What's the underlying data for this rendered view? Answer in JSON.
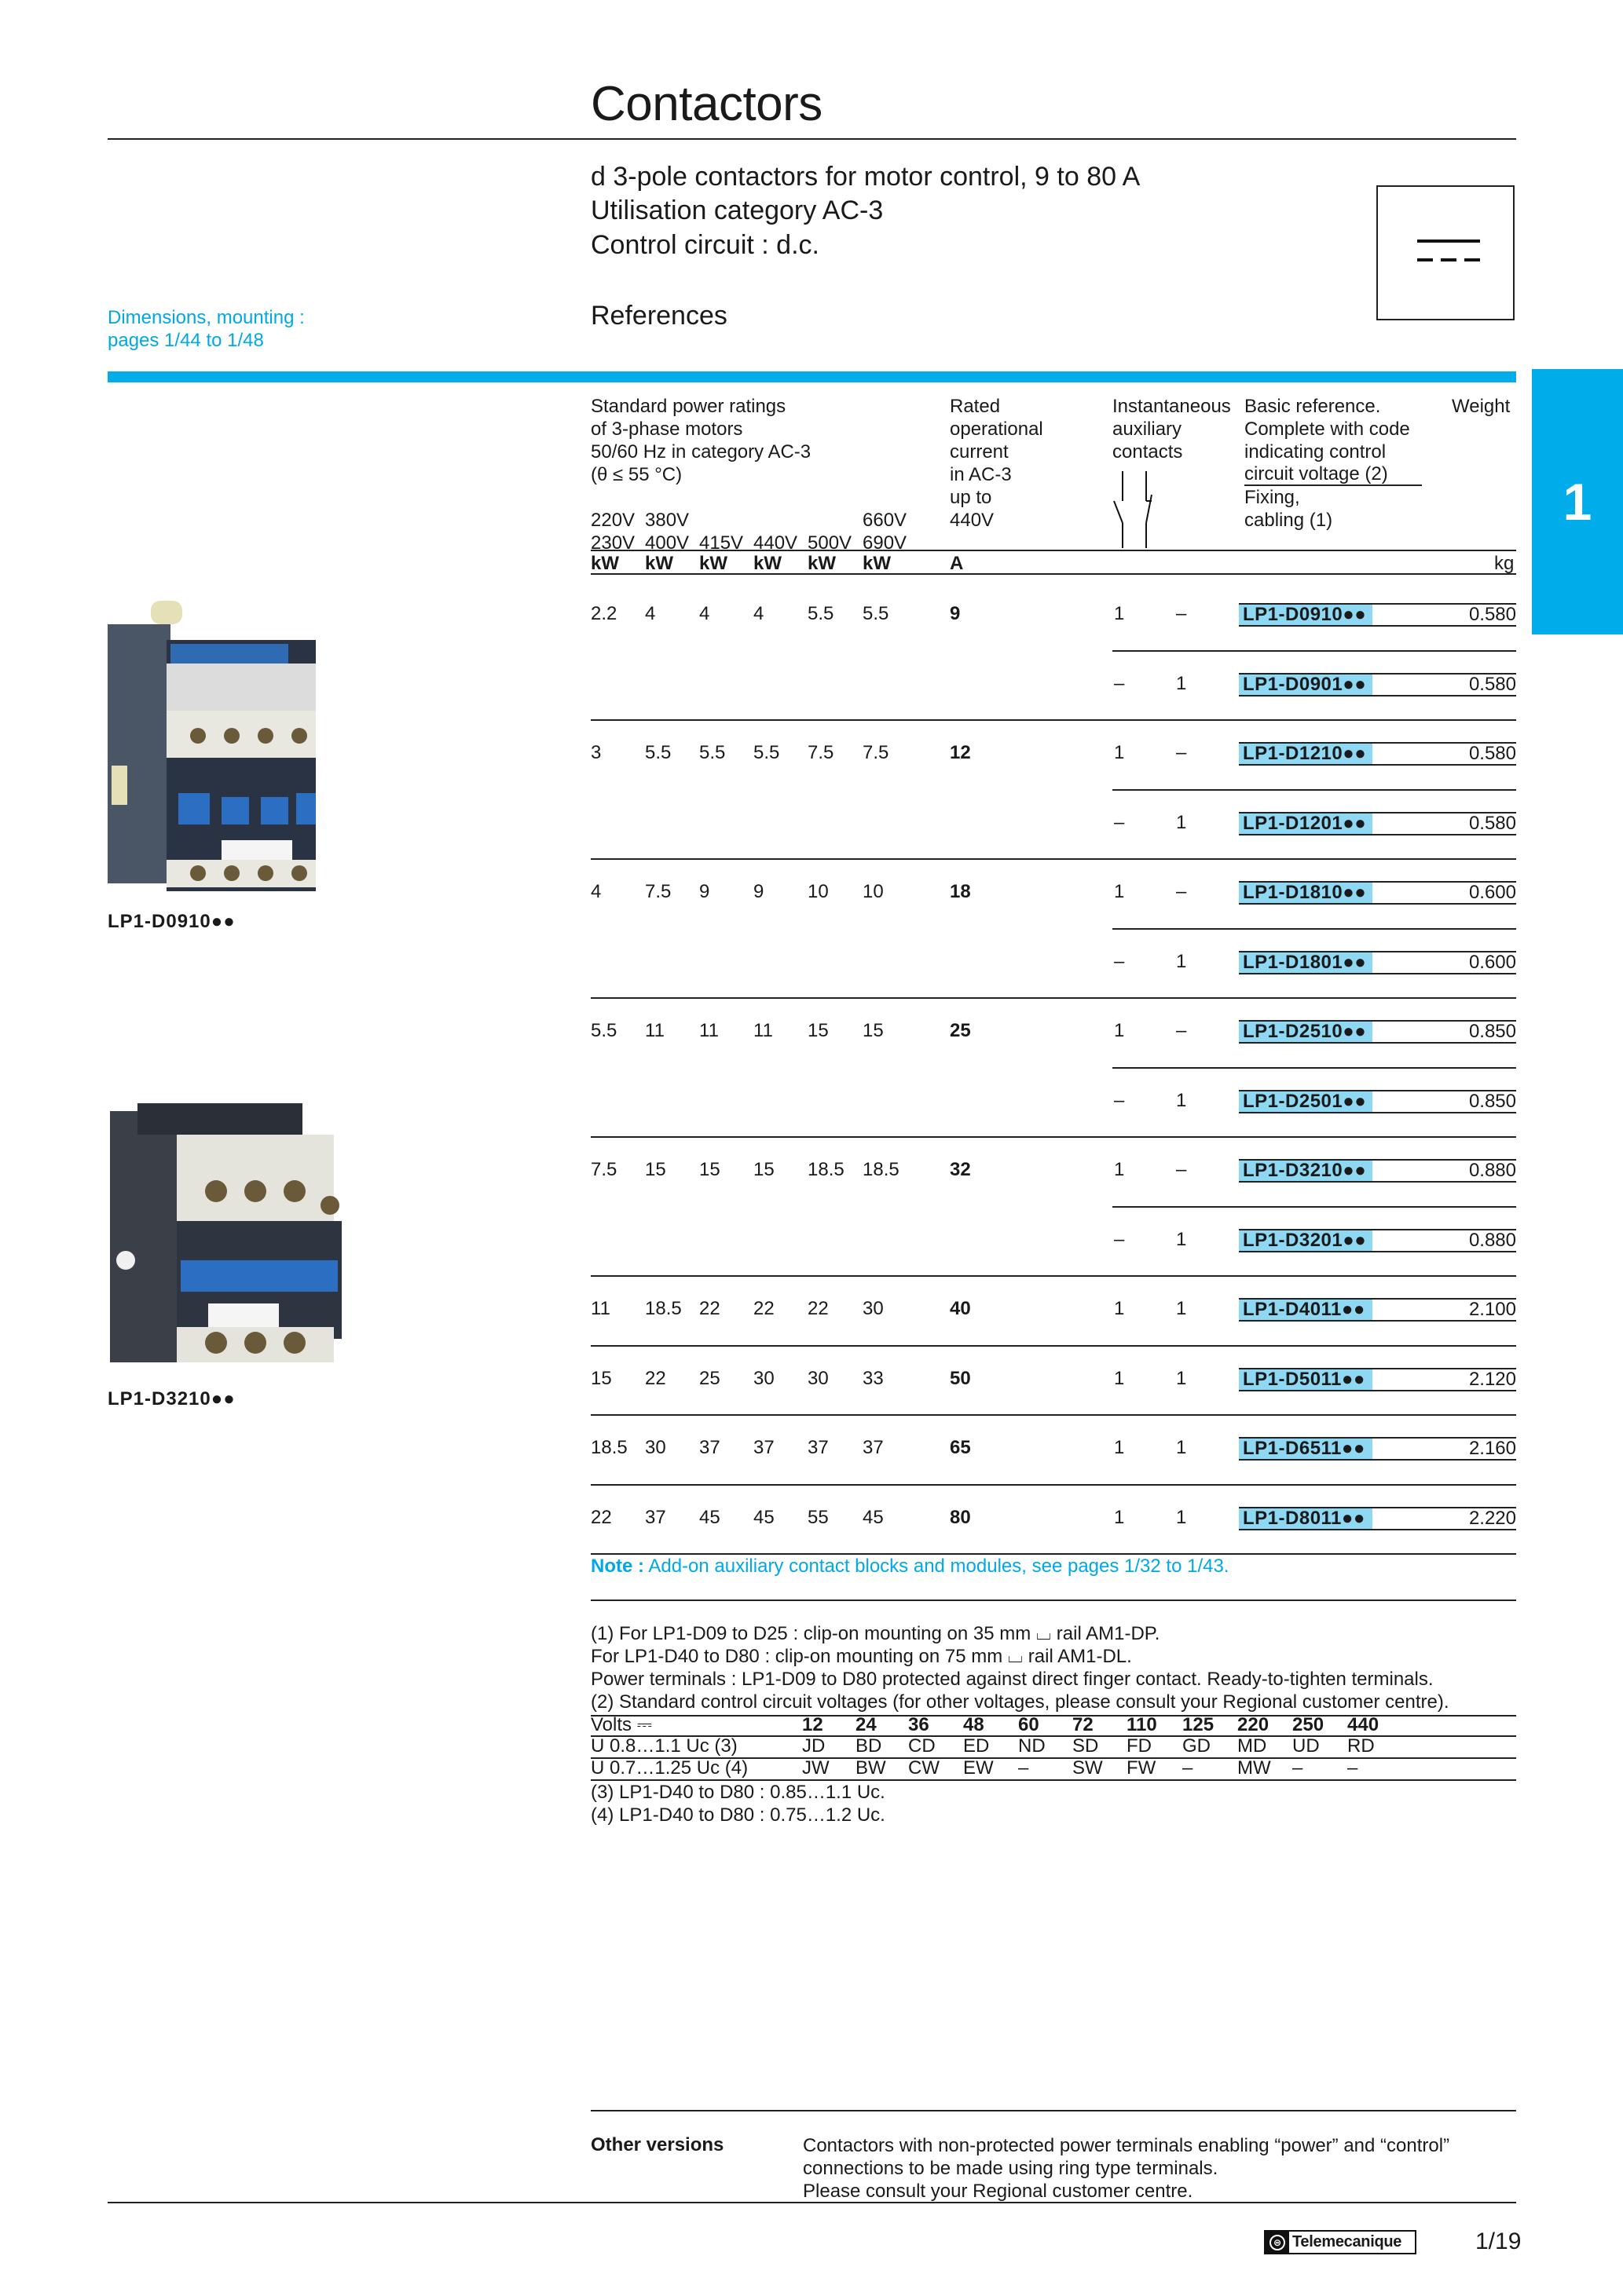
{
  "header": {
    "title": "Contactors",
    "subtitle_lines": [
      "d 3-pole contactors for motor control, 9 to 80 A",
      "Utilisation category AC-3",
      "Control circuit : d.c."
    ],
    "section": "References",
    "dc_symbol": "direct-current-symbol"
  },
  "sidebar": {
    "link_line1": "Dimensions, mounting :",
    "link_line2": "pages 1/44 to 1/48",
    "tab_number": "1",
    "photos": [
      {
        "caption": "LP1-D0910●●",
        "icon": "contactor-photo-small"
      },
      {
        "caption": "LP1-D3210●●",
        "icon": "contactor-photo-large"
      }
    ]
  },
  "table": {
    "headers": {
      "power": [
        "Standard power ratings",
        "of 3-phase motors",
        "50/60 Hz in category AC-3",
        "(θ ≤ 55 °C)"
      ],
      "voltages_row1": [
        "220V",
        "380V",
        "",
        "",
        "",
        "660V"
      ],
      "voltages_row2": [
        "230V",
        "400V",
        "415V",
        "440V",
        "500V",
        "690V"
      ],
      "current": [
        "Rated",
        "operational",
        "current",
        "in AC-3",
        "up to",
        "440V"
      ],
      "aux": [
        "Instantaneous",
        "auxiliary",
        "contacts"
      ],
      "reference": [
        "Basic reference.",
        "Complete with code",
        "indicating control",
        "circuit voltage (2)",
        "Fixing,",
        "cabling (1)"
      ],
      "weight": "Weight",
      "units": [
        "kW",
        "kW",
        "kW",
        "kW",
        "kW",
        "kW",
        "A",
        "kg"
      ]
    },
    "rows": [
      {
        "kw": [
          "2.2",
          "4",
          "4",
          "4",
          "5.5",
          "5.5"
        ],
        "current": "9",
        "variants": [
          {
            "no": "1",
            "nc": "–",
            "ref": "LP1-D0910●●",
            "weight": "0.580"
          },
          {
            "no": "–",
            "nc": "1",
            "ref": "LP1-D0901●●",
            "weight": "0.580"
          }
        ]
      },
      {
        "kw": [
          "3",
          "5.5",
          "5.5",
          "5.5",
          "7.5",
          "7.5"
        ],
        "current": "12",
        "variants": [
          {
            "no": "1",
            "nc": "–",
            "ref": "LP1-D1210●●",
            "weight": "0.580"
          },
          {
            "no": "–",
            "nc": "1",
            "ref": "LP1-D1201●●",
            "weight": "0.580"
          }
        ]
      },
      {
        "kw": [
          "4",
          "7.5",
          "9",
          "9",
          "10",
          "10"
        ],
        "current": "18",
        "variants": [
          {
            "no": "1",
            "nc": "–",
            "ref": "LP1-D1810●●",
            "weight": "0.600"
          },
          {
            "no": "–",
            "nc": "1",
            "ref": "LP1-D1801●●",
            "weight": "0.600"
          }
        ]
      },
      {
        "kw": [
          "5.5",
          "11",
          "11",
          "11",
          "15",
          "15"
        ],
        "current": "25",
        "variants": [
          {
            "no": "1",
            "nc": "–",
            "ref": "LP1-D2510●●",
            "weight": "0.850"
          },
          {
            "no": "–",
            "nc": "1",
            "ref": "LP1-D2501●●",
            "weight": "0.850"
          }
        ]
      },
      {
        "kw": [
          "7.5",
          "15",
          "15",
          "15",
          "18.5",
          "18.5"
        ],
        "current": "32",
        "variants": [
          {
            "no": "1",
            "nc": "–",
            "ref": "LP1-D3210●●",
            "weight": "0.880"
          },
          {
            "no": "–",
            "nc": "1",
            "ref": "LP1-D3201●●",
            "weight": "0.880"
          }
        ]
      },
      {
        "kw": [
          "11",
          "18.5",
          "22",
          "22",
          "22",
          "30"
        ],
        "current": "40",
        "variants": [
          {
            "no": "1",
            "nc": "1",
            "ref": "LP1-D4011●●",
            "weight": "2.100"
          }
        ]
      },
      {
        "kw": [
          "15",
          "22",
          "25",
          "30",
          "30",
          "33"
        ],
        "current": "50",
        "variants": [
          {
            "no": "1",
            "nc": "1",
            "ref": "LP1-D5011●●",
            "weight": "2.120"
          }
        ]
      },
      {
        "kw": [
          "18.5",
          "30",
          "37",
          "37",
          "37",
          "37"
        ],
        "current": "65",
        "variants": [
          {
            "no": "1",
            "nc": "1",
            "ref": "LP1-D6511●●",
            "weight": "2.160"
          }
        ]
      },
      {
        "kw": [
          "22",
          "37",
          "45",
          "45",
          "55",
          "45"
        ],
        "current": "80",
        "variants": [
          {
            "no": "1",
            "nc": "1",
            "ref": "LP1-D8011●●",
            "weight": "2.220"
          }
        ]
      }
    ],
    "note_label": "Note :",
    "note_text": " Add-on auxiliary contact blocks and modules, see pages 1/32 to 1/43."
  },
  "footnotes": {
    "lines": [
      "(1)  For LP1-D09 to D25 : clip-on mounting on 35 mm ⌴ rail AM1-DP.",
      "For LP1-D40 to D80 : clip-on mounting on 75 mm ⌴ rail AM1-DL.",
      "Power terminals : LP1-D09 to D80 protected against direct finger contact. Ready-to-tighten terminals.",
      "(2)  Standard control circuit voltages (for other voltages, please consult your Regional customer centre)."
    ],
    "volts_table": {
      "label": "Volts ⎓",
      "values": [
        "12",
        "24",
        "36",
        "48",
        "60",
        "72",
        "110",
        "125",
        "220",
        "250",
        "440"
      ],
      "rows": [
        {
          "label": "U  0.8…1.1 Uc (3)",
          "codes": [
            "JD",
            "BD",
            "CD",
            "ED",
            "ND",
            "SD",
            "FD",
            "GD",
            "MD",
            "UD",
            "RD"
          ]
        },
        {
          "label": "U  0.7…1.25 Uc (4)",
          "codes": [
            "JW",
            "BW",
            "CW",
            "EW",
            "–",
            "SW",
            "FW",
            "–",
            "MW",
            "–",
            "–"
          ]
        }
      ]
    },
    "after": [
      "(3)  LP1-D40 to D80 : 0.85…1.1 Uc.",
      "(4)  LP1-D40 to D80 : 0.75…1.2 Uc."
    ]
  },
  "other_versions": {
    "label": "Other versions",
    "lines": [
      "Contactors with non-protected power terminals enabling “power” and “control”",
      "connections to be made using ring type terminals.",
      "Please consult your Regional customer centre."
    ]
  },
  "footer": {
    "brand": "Telemecanique",
    "page": "1/19"
  }
}
